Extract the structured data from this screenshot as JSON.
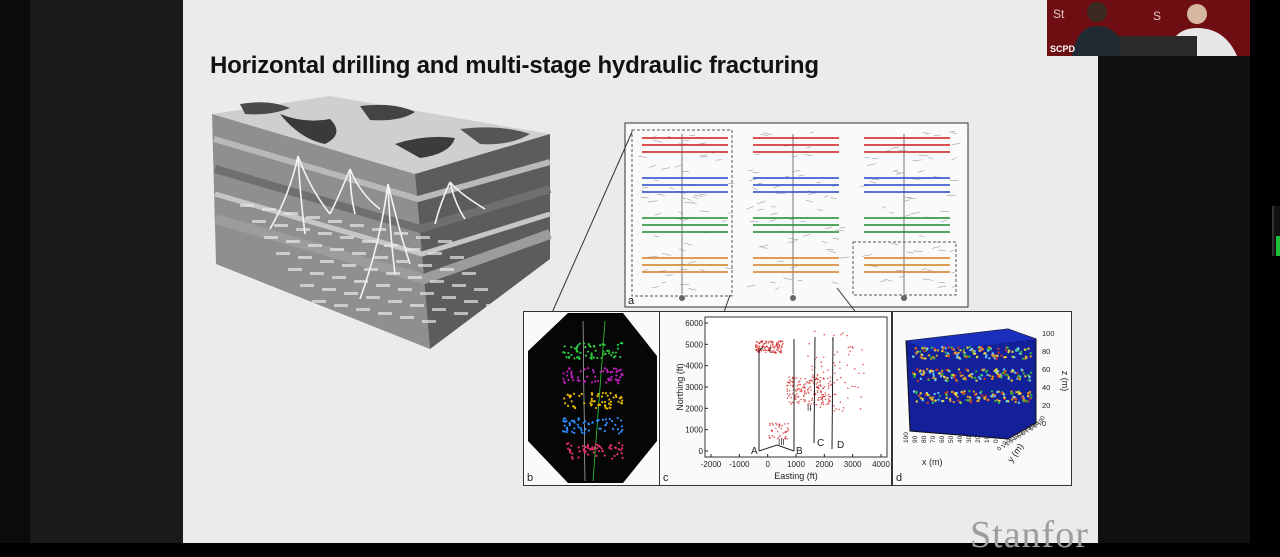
{
  "slide": {
    "title": "Horizontal drilling and multi-stage hydraulic fracturing",
    "watermark": "Stanfor"
  },
  "video": {
    "label": "SCPD"
  },
  "panels": {
    "a": {
      "label": "a"
    },
    "b": {
      "label": "b"
    },
    "c": {
      "label": "c",
      "xlabel": "Easting (ft)",
      "ylabel": "Northing (ft)",
      "xticks": [
        "-2000",
        "-1000",
        "0",
        "1000",
        "2000",
        "3000",
        "4000"
      ],
      "yticks": [
        "0",
        "1000",
        "2000",
        "3000",
        "4000",
        "5000",
        "6000"
      ],
      "well_labels": [
        "A",
        "B",
        "C",
        "D"
      ],
      "stage_labels": [
        "I",
        "II",
        "III"
      ]
    },
    "d": {
      "label": "d",
      "xlabel": "x (m)",
      "ylabel": "y (m)",
      "zlabel": "z (m)",
      "zticks": [
        "0",
        "20",
        "40",
        "60",
        "80",
        "100"
      ],
      "xticks": [
        "100",
        "90",
        "80",
        "70",
        "60",
        "50",
        "40",
        "30",
        "20",
        "10",
        "0"
      ],
      "yticks": [
        "0",
        "10",
        "20",
        "30",
        "40",
        "50",
        "60",
        "70",
        "80",
        "90",
        "100"
      ]
    }
  },
  "colors": {
    "fracture_red": "#d01818",
    "fracture_blue": "#2244cc",
    "fracture_green": "#1d8a2a",
    "fracture_orange": "#d97a1a",
    "video_bg": "#6e0e12"
  }
}
